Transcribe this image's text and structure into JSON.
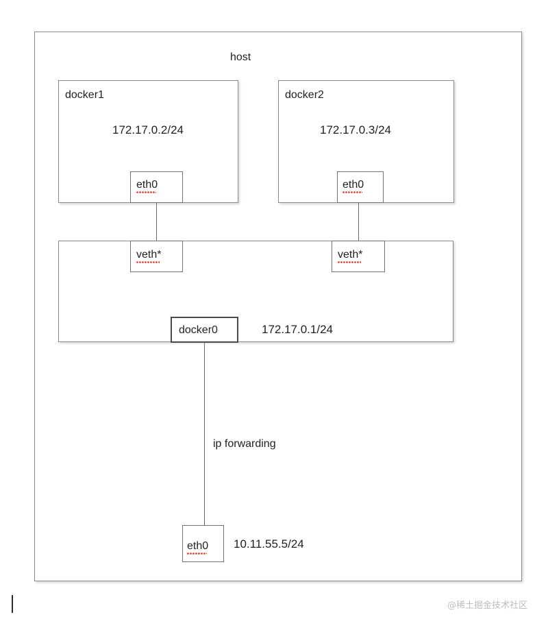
{
  "diagram": {
    "title": "host",
    "host": {
      "label": "host"
    },
    "containers": [
      {
        "name": "docker1",
        "ip": "172.17.0.2/24",
        "interface": "eth0"
      },
      {
        "name": "docker2",
        "ip": "172.17.0.3/24",
        "interface": "eth0"
      }
    ],
    "bridge": {
      "name": "docker0",
      "ip": "172.17.0.1/24",
      "veth_ports": [
        {
          "label": "veth*"
        },
        {
          "label": "veth*"
        }
      ]
    },
    "uplink": {
      "annotation": "ip forwarding",
      "interface": "eth0",
      "ip": "10.11.55.5/24"
    },
    "watermark": "@稀土掘金技术社区",
    "colors": {
      "box_border": "#8a8a8a",
      "strong_border": "#4a4a4a",
      "line": "#6a6a6a",
      "text": "#1f1f1f",
      "spellcheck_underline": "#e23a2e",
      "watermark": "#bdbdbd",
      "background": "#ffffff"
    }
  }
}
